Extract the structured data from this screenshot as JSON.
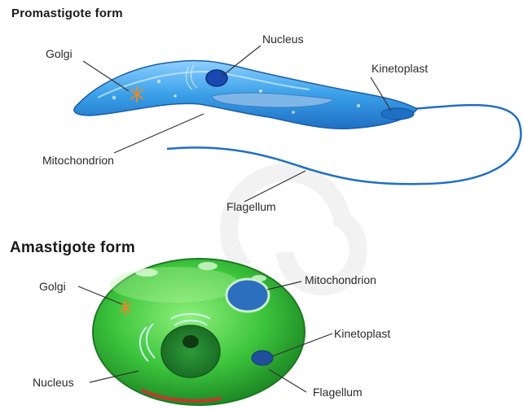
{
  "promastigote": {
    "title": "Promastigote form",
    "labels": {
      "golgi": "Golgi",
      "nucleus": "Nucleus",
      "kinetoplast": "Kinetoplast",
      "mitochondrion": "Mitochondrion",
      "flagellum": "Flagellum"
    }
  },
  "amastigote": {
    "title": "Amastigote form",
    "labels": {
      "golgi": "Golgi",
      "mitochondrion": "Mitochondrion",
      "kinetoplast": "Kinetoplast",
      "nucleus": "Nucleus",
      "flagellum": "Flagellum"
    }
  },
  "colors": {
    "promastigote_body": "#3aa0e8",
    "promastigote_dark": "#1f6fc4",
    "amastigote_body": "#3cc43c",
    "amastigote_dark": "#1f8a26",
    "golgi": "#e08a2a",
    "flagellum_red": "#c0392b"
  }
}
